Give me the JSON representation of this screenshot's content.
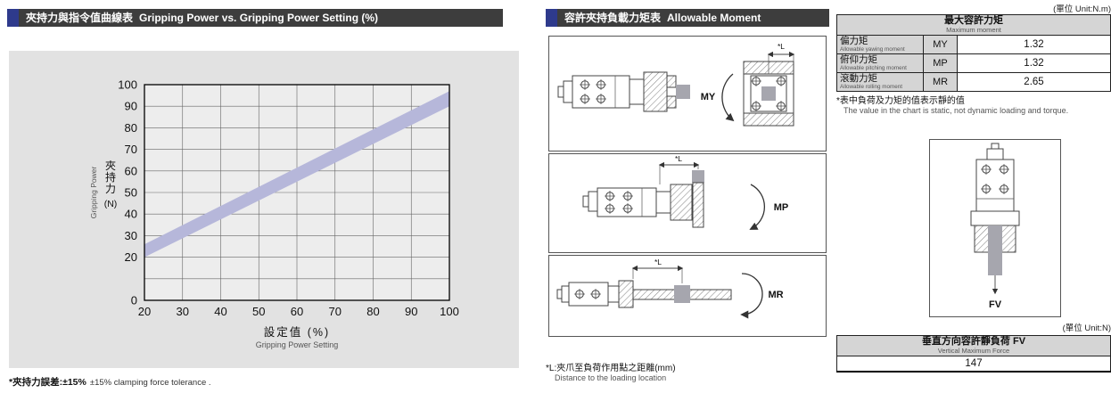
{
  "colors": {
    "header_bar": "#3d3d3d",
    "header_accent": "#2e3a8c",
    "panel_bg": "#e2e2e2",
    "band": "#b6b7da",
    "table_header_bg": "#d5d5d5",
    "load_block": "#a6a6ae"
  },
  "left_panel": {
    "header_zh": "夾持力與指令值曲線表",
    "header_en": "Gripping Power vs. Gripping Power Setting (%)",
    "footnote_zh": "*夾持力誤差:±15%",
    "footnote_en": "±15% clamping force tolerance ."
  },
  "chart_data": {
    "type": "line",
    "title": "Gripping Power vs. Gripping Power Setting (%)",
    "xlabel_zh": "設定值 (%)",
    "xlabel_en": "Gripping Power Setting",
    "ylabel_zh": "夾持力",
    "ylabel_unit": "(N)",
    "ylabel_en": "Gripping Power",
    "xlim": [
      20,
      100
    ],
    "ylim": [
      0,
      100
    ],
    "x_ticks": [
      20,
      30,
      40,
      50,
      60,
      70,
      80,
      90,
      100
    ],
    "y_ticks": [
      0,
      20,
      30,
      40,
      50,
      60,
      70,
      80,
      90,
      100
    ],
    "y_grid_step": 10,
    "grid": true,
    "legend": "none",
    "band": {
      "x": [
        20,
        100
      ],
      "y_lower": [
        20,
        90
      ],
      "y_upper": [
        26,
        97
      ],
      "color": "#b6b7da"
    },
    "series": [
      {
        "name": "gripping-power-tolerance-band-center",
        "x": [
          20,
          100
        ],
        "y": [
          23,
          93.5
        ]
      }
    ]
  },
  "middle_panel": {
    "header_zh": "容許夾持負載力矩表",
    "header_en": "Allowable Moment",
    "diagrams": [
      {
        "label": "MY",
        "dim_label": "*L"
      },
      {
        "label": "MP",
        "dim_label": "*L"
      },
      {
        "label": "MR",
        "dim_label": "*L"
      }
    ],
    "footnote_zh": "*L:夾爪至負荷作用點之距離(mm)",
    "footnote_en": "Distance to the loading location"
  },
  "right_panel": {
    "unit_moment": "(單位  Unit:N.m)",
    "moment_table": {
      "header_zh": "最大容許力矩",
      "header_en": "Maximum moment",
      "rows": [
        {
          "label_zh": "偏力矩",
          "label_en": "Allowable yawing moment",
          "code": "MY",
          "value": "1.32"
        },
        {
          "label_zh": "俯仰力矩",
          "label_en": "Allowable pitching moment",
          "code": "MP",
          "value": "1.32"
        },
        {
          "label_zh": "滾動力矩",
          "label_en": "Allowable rolling moment",
          "code": "MR",
          "value": "2.65"
        }
      ]
    },
    "note_zh": "*表中負荷及力矩的值表示靜的值",
    "note_en": "The value in the chart is static, not dynamic loading and torque.",
    "fv_label": "FV",
    "unit_force": "(單位  Unit:N)",
    "fv_table": {
      "header_zh": "垂直方向容許靜負荷 FV",
      "header_en": "Vertical Maximum Force",
      "value": "147"
    }
  }
}
